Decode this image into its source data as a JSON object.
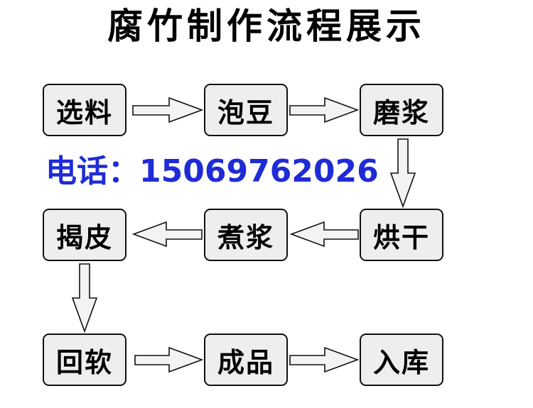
{
  "title": "腐竹制作流程展示",
  "contact": {
    "label": "电话：",
    "phone": "15069762026"
  },
  "steps": [
    {
      "label": "选料"
    },
    {
      "label": "泡豆"
    },
    {
      "label": "磨浆"
    },
    {
      "label": "烘干"
    },
    {
      "label": "煮浆"
    },
    {
      "label": "揭皮"
    },
    {
      "label": "回软"
    },
    {
      "label": "成品"
    },
    {
      "label": "入库"
    }
  ],
  "colors": {
    "phone_text": "#1e2bd6",
    "box_fill": "#eeeeee",
    "box_border": "#111111"
  }
}
